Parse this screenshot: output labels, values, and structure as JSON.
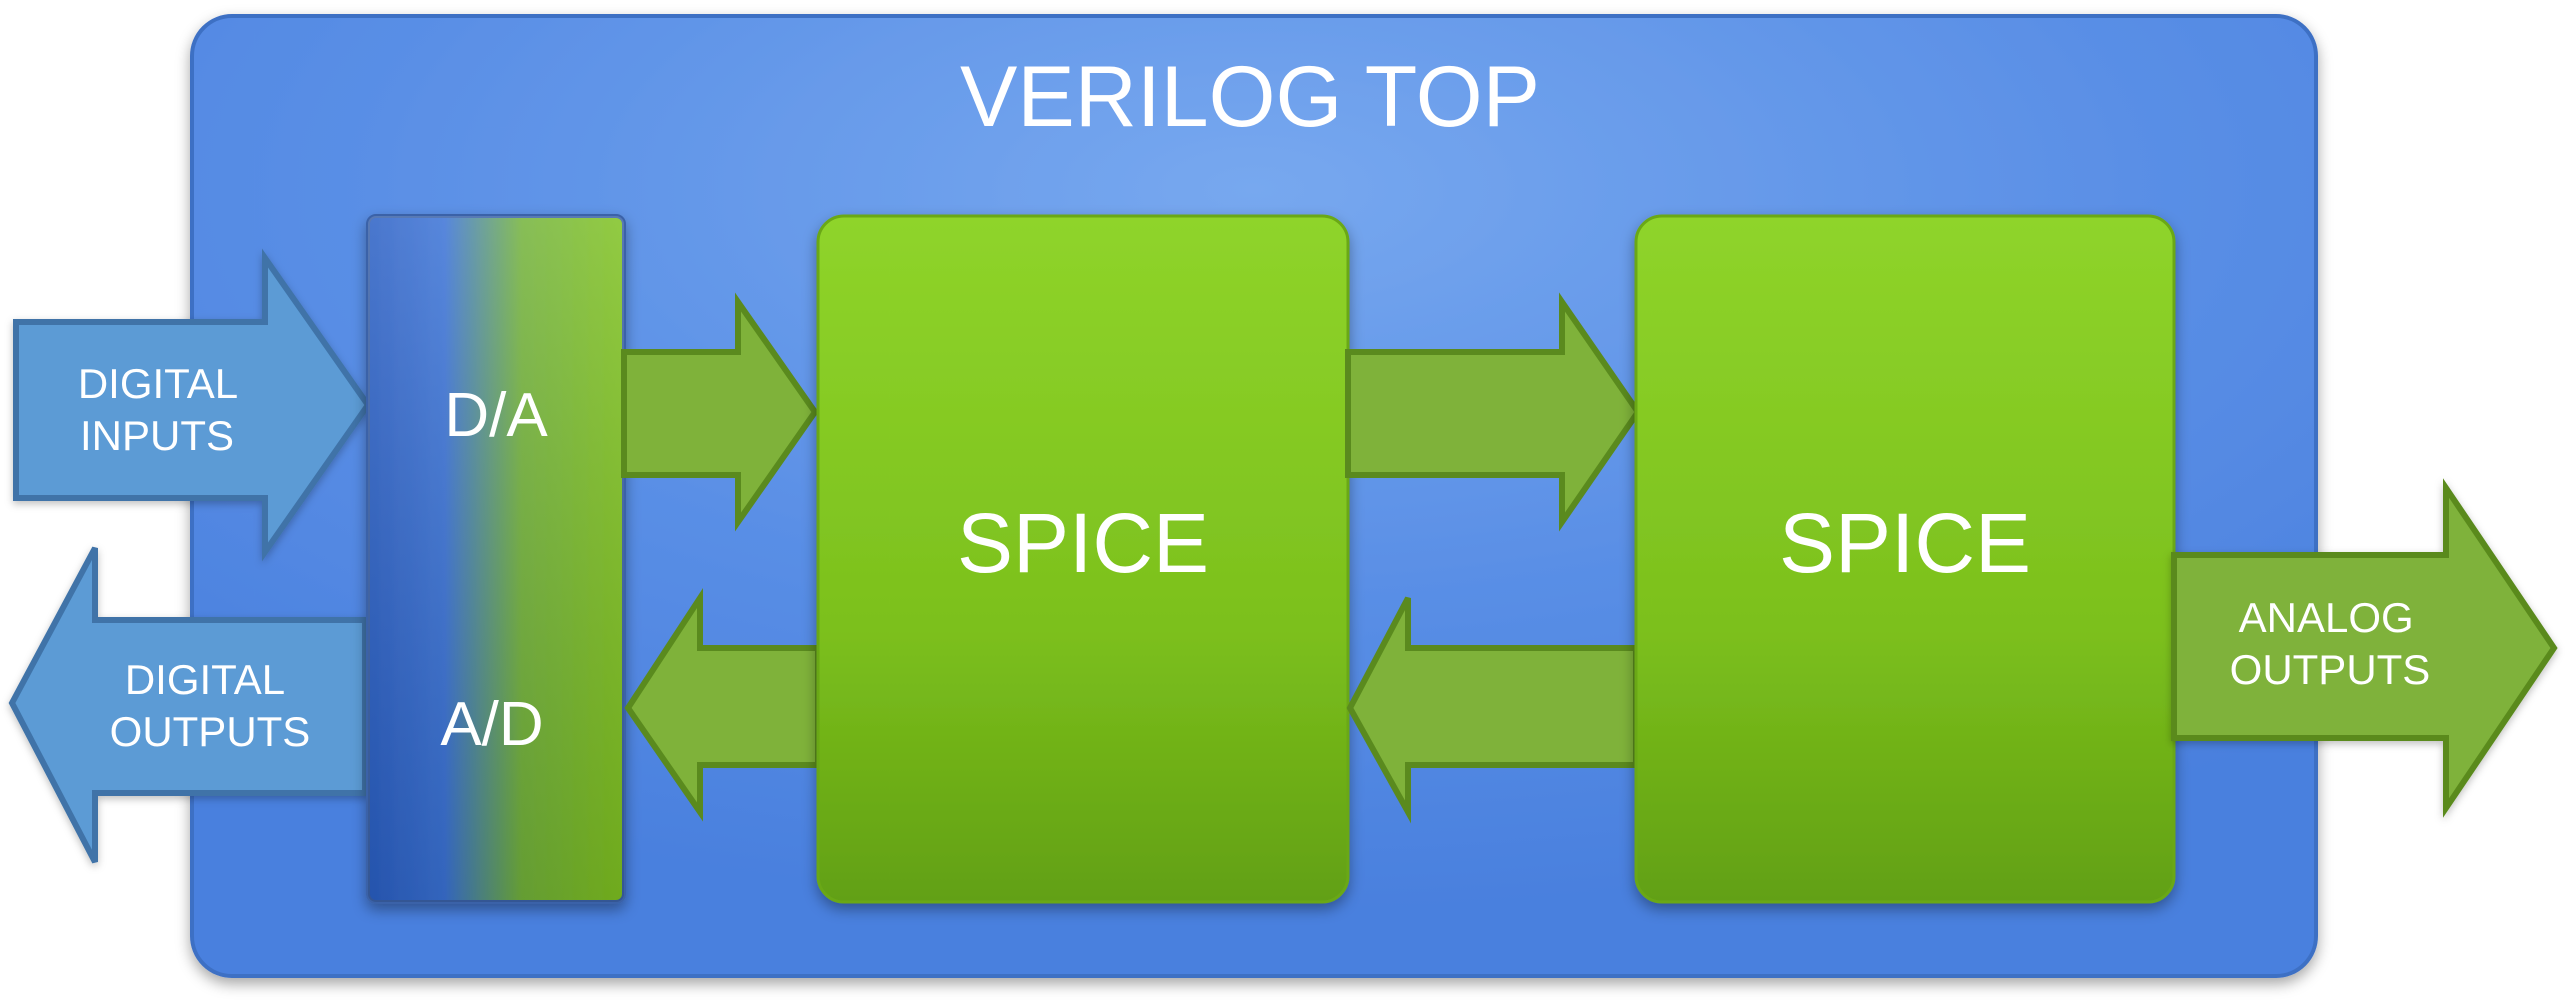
{
  "title": "VERILOG TOP",
  "converter": {
    "top_label": "D/A",
    "bottom_label": "A/D"
  },
  "blocks": [
    {
      "label": "SPICE"
    },
    {
      "label": "SPICE"
    }
  ],
  "io": {
    "digital_inputs": [
      "DIGITAL",
      "INPUTS"
    ],
    "digital_outputs": [
      "DIGITAL",
      "OUTPUTS"
    ],
    "analog_outputs": [
      "ANALOG",
      "OUTPUTS"
    ]
  },
  "colors": {
    "container": "#5a8fe6",
    "block_green": "#7fc21f",
    "arrow_green": "#7fb23a",
    "arrow_green_edge": "#5a8a1e",
    "io_blue": "#5b9bd5",
    "io_blue_edge": "#3f73a8"
  }
}
